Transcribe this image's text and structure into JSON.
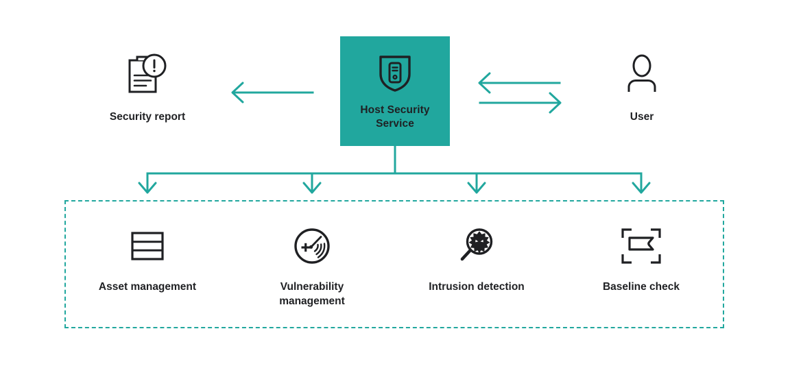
{
  "theme": {
    "accent": "#21a79e",
    "ink": "#1f2023",
    "background": "#ffffff"
  },
  "center": {
    "label": "Host Security\nService",
    "label_line1": "Host Security",
    "label_line2": "Service",
    "icon": "shield-server-icon"
  },
  "left_node": {
    "label": "Security report",
    "icon": "clipboard-alert-icon"
  },
  "right_node": {
    "label": "User",
    "icon": "user-icon"
  },
  "arrows": [
    {
      "name": "service-to-report",
      "direction": "left"
    },
    {
      "name": "user-to-service",
      "direction": "left"
    },
    {
      "name": "service-to-user",
      "direction": "right"
    }
  ],
  "features": [
    {
      "label_line1": "Asset management",
      "label_line2": "",
      "icon": "asset-stack-icon"
    },
    {
      "label_line1": "Vulnerability",
      "label_line2": "management",
      "icon": "vulnerability-radar-icon"
    },
    {
      "label_line1": "Intrusion detection",
      "label_line2": "",
      "icon": "magnifier-virus-icon"
    },
    {
      "label_line1": "Baseline check",
      "label_line2": "",
      "icon": "scan-frame-flag-icon"
    }
  ]
}
